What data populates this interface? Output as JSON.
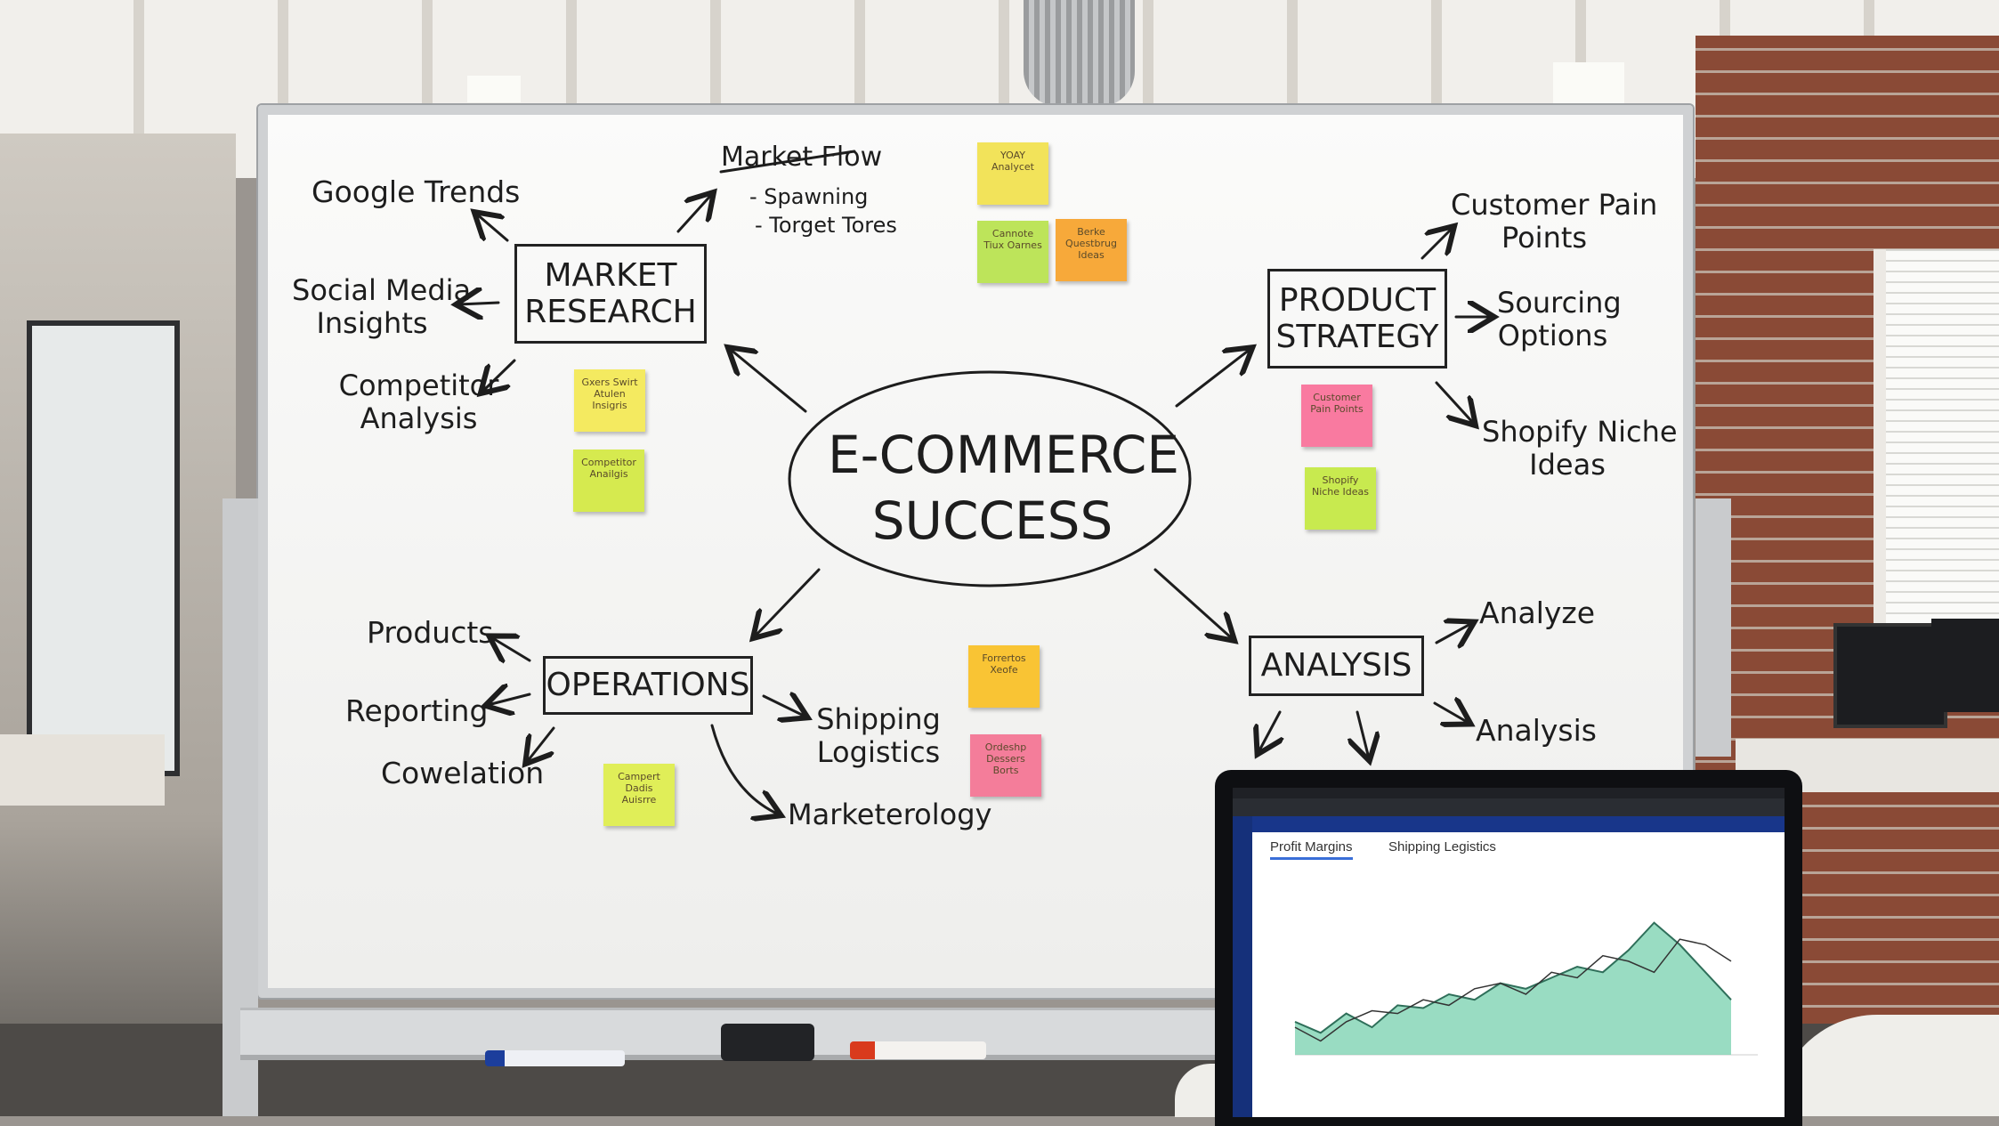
{
  "mindmap": {
    "center": [
      "E-COMMERCE",
      "SUCCESS"
    ],
    "market_research": {
      "title": [
        "MARKET",
        "RESEARCH"
      ],
      "google_trends": "Google Trends",
      "social_media": [
        "Social Media",
        "Insights"
      ],
      "competitor": [
        "Competitor",
        "Analysis"
      ],
      "market_flow": "Market Flow",
      "market_flow_items": [
        "- Spawning",
        "- Torget Tores"
      ]
    },
    "product_strategy": {
      "title": [
        "PRODUCT",
        "STRATEGY"
      ],
      "customer_pain": [
        "Customer Pain",
        "Points"
      ],
      "sourcing": [
        "Sourcing",
        "Options"
      ],
      "shopify": [
        "Shopify Niche",
        "Ideas"
      ]
    },
    "operations": {
      "title": "OPERATIONS",
      "products": "Products",
      "reporting": "Reporting",
      "correlation": "Cowelation",
      "shipping": [
        "Shipping",
        "Logistics"
      ],
      "marketing": "Marketerology"
    },
    "analysis": {
      "title": "ANALYSIS",
      "analyze": "Analyze",
      "analysis": "Analysis"
    }
  },
  "sticky_notes": [
    {
      "text": "YOAY Analycet",
      "color": "#f2e35a"
    },
    {
      "text": "Cannote Tiux Oarnes",
      "color": "#bde45a"
    },
    {
      "text": "Berke Questbrug Ideas",
      "color": "#f7a93a"
    },
    {
      "text": "Gxers Swirt Atulen Insigris",
      "color": "#f4ea60"
    },
    {
      "text": "Competitor Anailgis",
      "color": "#d6ea4f"
    },
    {
      "text": "Customer Pain Points",
      "color": "#f97aa0"
    },
    {
      "text": "Shopify Niche Ideas",
      "color": "#c8ea4f"
    },
    {
      "text": "Forrertos Xeofe",
      "color": "#f9c434"
    },
    {
      "text": "Ordeshp Dessers Borts",
      "color": "#f47d9a"
    },
    {
      "text": "Campert Dadis Auisrre",
      "color": "#e0ee58"
    }
  ],
  "laptop": {
    "tabs": [
      "Profit Margins",
      "Shipping Legistics"
    ],
    "series_a": [
      52,
      48,
      55,
      50,
      58,
      57,
      62,
      60,
      66,
      64,
      68,
      72,
      70,
      78,
      88,
      80,
      70,
      60
    ],
    "series_b": [
      50,
      45,
      52,
      56,
      55,
      60,
      58,
      64,
      66,
      62,
      70,
      68,
      76,
      74,
      70,
      82,
      80,
      74
    ]
  },
  "colors": {
    "marker": "#1d1d1d",
    "chart_fill": "#7fd3b3",
    "chart_line": "#2f6f5a"
  }
}
